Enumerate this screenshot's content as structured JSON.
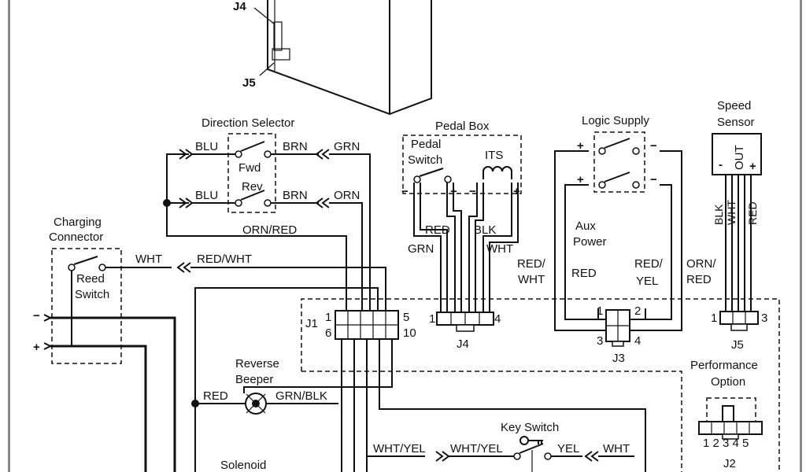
{
  "connectors": {
    "j4_top": "J4",
    "j5_top": "J5",
    "j1": "J1",
    "j1_pin1": "1",
    "j1_pin5": "5",
    "j1_pin6": "6",
    "j1_pin10": "10",
    "j4": "J4",
    "j4_pin1": "1",
    "j4_pin4": "4",
    "j3": "J3",
    "j3_pin1": "1",
    "j3_pin2": "2",
    "j3_pin3": "3",
    "j3_pin4": "4",
    "j5": "J5",
    "j5_pin1": "1",
    "j5_pin3": "3",
    "j2": "J2",
    "j2_pins": "1 2 3 4 5"
  },
  "components": {
    "direction_selector": "Direction Selector",
    "fwd": "Fwd",
    "rev": "Rev",
    "pedal_box": "Pedal Box",
    "pedal_switch_line1": "Pedal",
    "pedal_switch_line2": "Switch",
    "its": "ITS",
    "logic_supply": "Logic Supply",
    "speed_sensor_line1": "Speed",
    "speed_sensor_line2": "Sensor",
    "sensor_out": "OUT",
    "charging_connector_line1": "Charging",
    "charging_connector_line2": "Connector",
    "reed_switch_line1": "Reed",
    "reed_switch_line2": "Switch",
    "aux_power_line1": "Aux",
    "aux_power_line2": "Power",
    "reverse_beeper_line1": "Reverse",
    "reverse_beeper_line2": "Beeper",
    "performance_option_line1": "Performance",
    "performance_option_line2": "Option",
    "key_switch": "Key Switch",
    "solenoid": "Solenoid"
  },
  "wires": {
    "blu1": "BLU",
    "blu2": "BLU",
    "brn1": "BRN",
    "brn2": "BRN",
    "grn": "GRN",
    "orn": "ORN",
    "orn_red": "ORN/RED",
    "wht_charge": "WHT",
    "red_wht_charge": "RED/WHT",
    "red_pedal": "RED",
    "grn_pedal": "GRN",
    "blk_pedal": "BLK",
    "wht_pedal": "WHT",
    "red_wht_aux_1": "RED/",
    "red_wht_aux_2": "WHT",
    "red_aux": "RED",
    "red_yel_1": "RED/",
    "red_yel_2": "YEL",
    "orn_red_sensor_1": "ORN/",
    "orn_red_sensor_2": "RED",
    "blk_sensor": "BLK",
    "wht_sensor": "WHT",
    "red_sensor": "RED",
    "red_beeper": "RED",
    "grn_blk_beeper": "GRN/BLK",
    "wht_yel_1": "WHT/YEL",
    "wht_yel_2": "WHT/YEL",
    "yel_key": "YEL",
    "wht_key": "WHT"
  },
  "polarity": {
    "minus": "−",
    "plus": "+",
    "sensor_minus": "-",
    "sensor_plus": "+"
  }
}
